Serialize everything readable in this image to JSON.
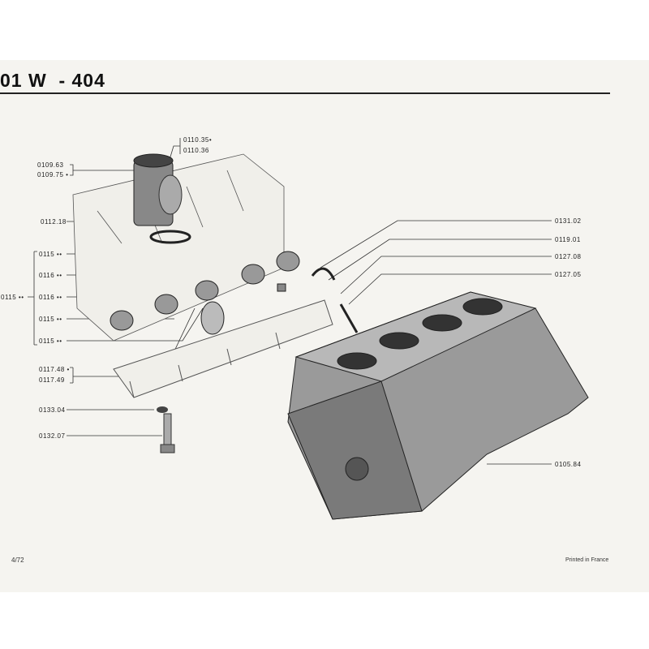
{
  "header": {
    "title": "01 W  - 404"
  },
  "callouts": {
    "piston_a": "0110.35•",
    "piston_b": "0110.36",
    "liner_a": "0109.63",
    "liner_b": "0109.75 •",
    "seal": "0112.18",
    "group": "0115 ••",
    "bearing_1": "0115 ••",
    "bearing_2": "0116 ••",
    "bearing_3": "0116 ••",
    "bearing_4": "0115 ••",
    "bearing_5": "0115 ••",
    "cap_a": "0117.48 •",
    "cap_b": "0117.49",
    "washer": "0133.04",
    "bolt": "0132.07",
    "r1": "0131.02",
    "r2": "0119.01",
    "r3": "0127.08",
    "r4": "0127.05",
    "block": "0105.84"
  },
  "footer": {
    "page": "4/72",
    "printed": "Printed in France"
  }
}
